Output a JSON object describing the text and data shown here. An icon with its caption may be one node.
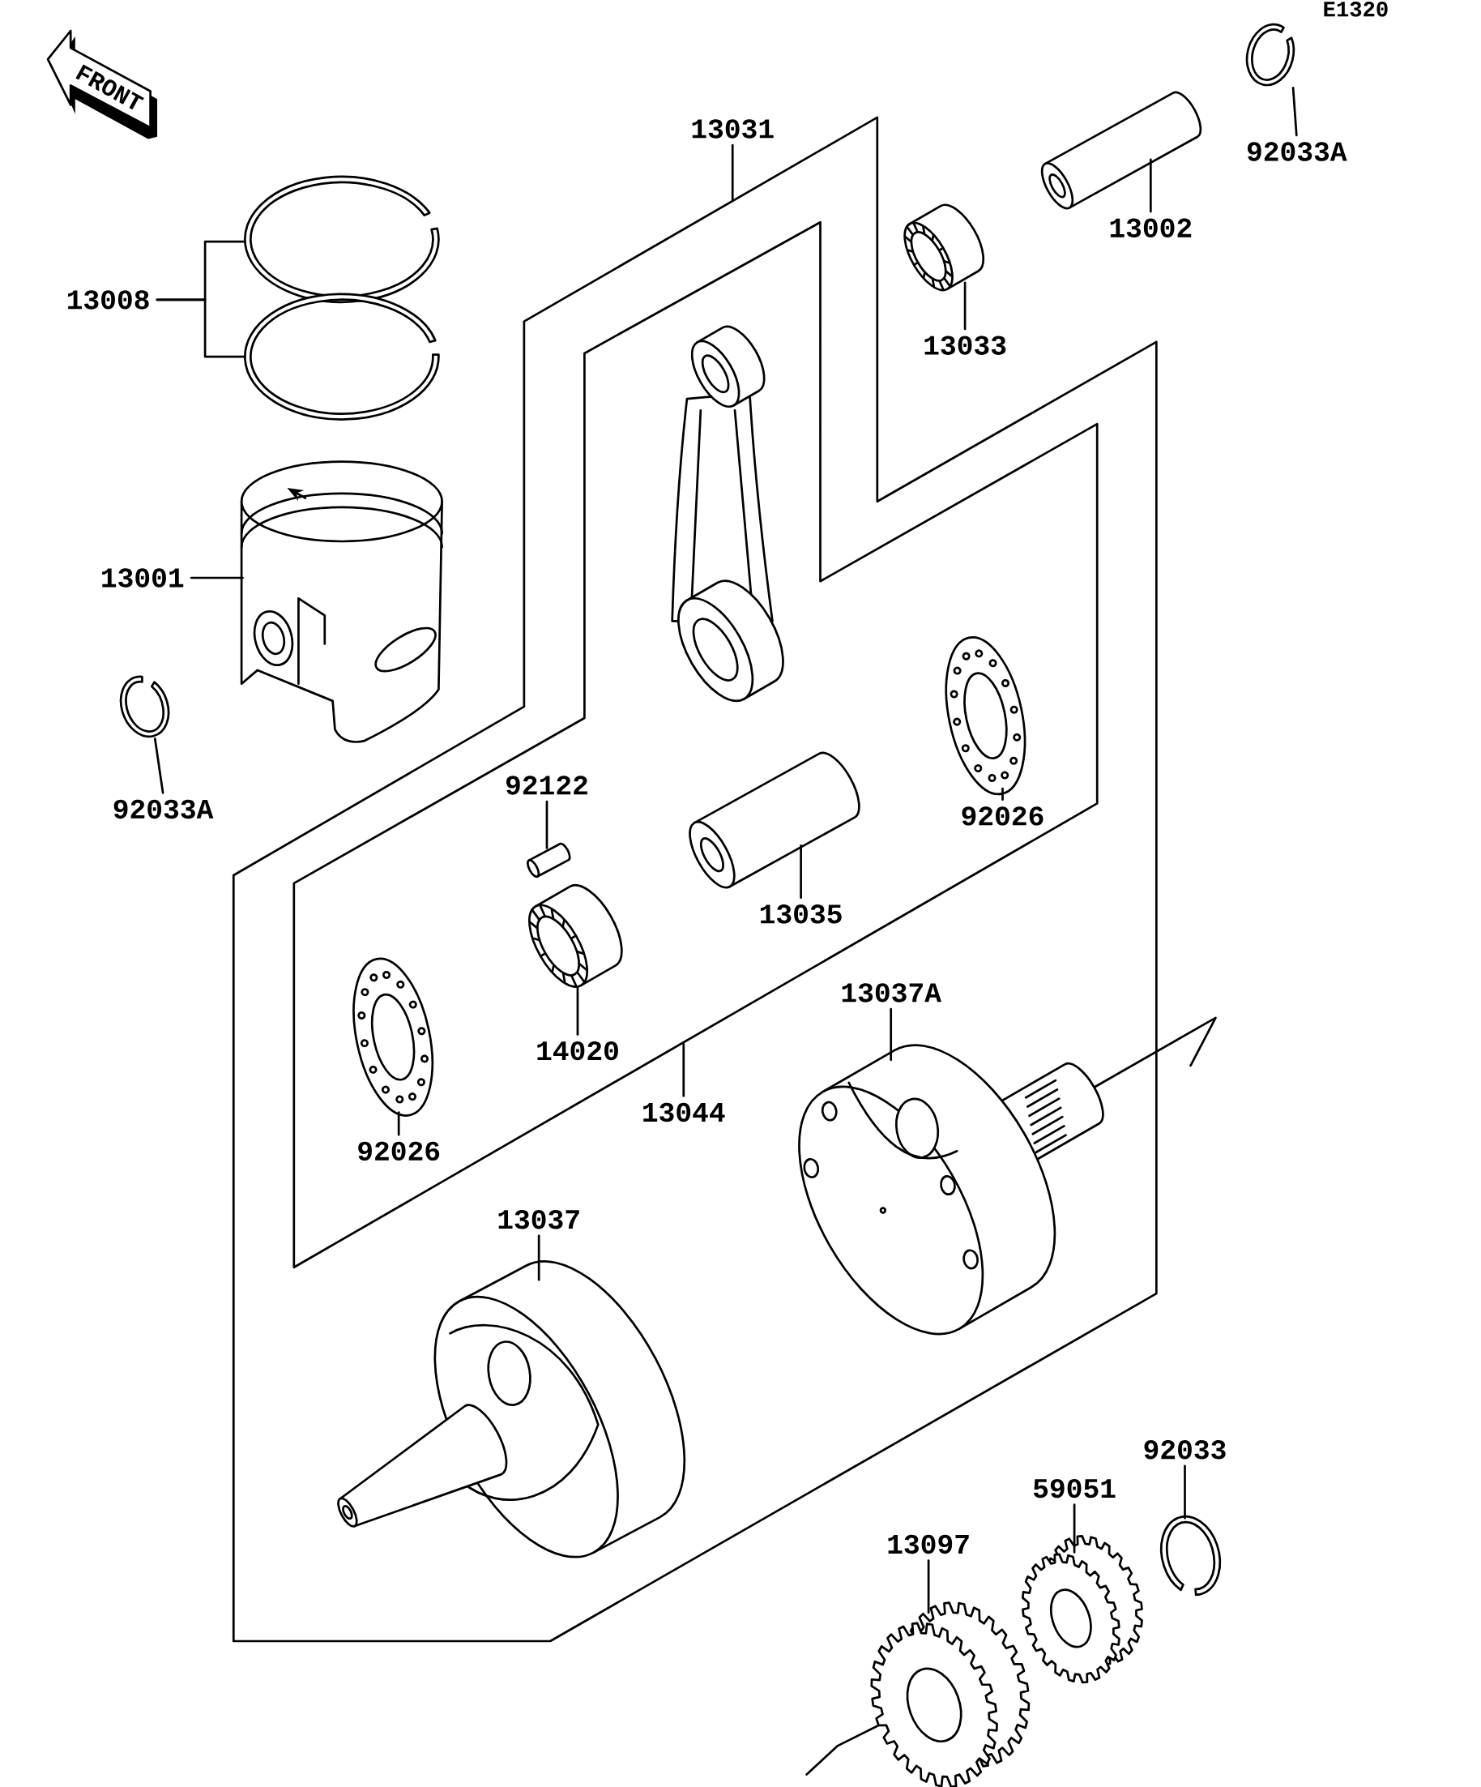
{
  "diagram": {
    "nodes": [
      {
        "text": [
          "92033A"
        ]
      },
      {
        "text": [],
        "shape": "picture"
      },
      {
        "text": [
          "13031"
        ]
      },
      {
        "text": [
          "13002"
        ]
      },
      {
        "text": [],
        "shape": "picture"
      },
      {
        "text": [
          "13008"
        ]
      },
      {
        "text": [],
        "shape": "picture"
      },
      {
        "text": [],
        "shape": "picture"
      },
      {
        "text": [
          "13033"
        ]
      },
      {
        "text": [],
        "shape": "picture"
      },
      {
        "text": [
          "13001"
        ]
      },
      {
        "text": [],
        "shape": "picture"
      },
      {
        "text": [
          "92033A"
        ]
      },
      {
        "text": [],
        "shape": "picture"
      },
      {
        "text": [
          "92122"
        ]
      },
      {
        "text": [],
        "shape": "picture"
      },
      {
        "text": [
          "92026"
        ]
      },
      {
        "text": [],
        "shape": "picture"
      },
      {
        "text": [
          "13035"
        ]
      },
      {
        "text": [],
        "shape": "picture"
      },
      {
        "text": [
          "13037A"
        ]
      },
      {
        "text": [],
        "shape": "picture"
      },
      {
        "text": [
          "14020"
        ]
      },
      {
        "text": [],
        "shape": "picture"
      },
      {
        "text": [
          "13044"
        ]
      },
      {
        "text": [
          "92026"
        ]
      },
      {
        "text": [],
        "shape": "picture"
      },
      {
        "text": [
          "13037"
        ]
      },
      {
        "text": [],
        "shape": "picture"
      },
      {
        "text": [
          "92033"
        ]
      },
      {
        "text": [],
        "shape": "picture"
      },
      {
        "text": [
          "59051"
        ]
      },
      {
        "text": [],
        "shape": "picture"
      },
      {
        "text": [
          "13097"
        ]
      },
      {
        "text": [],
        "shape": "picture"
      }
    ],
    "edges": [
      {
        "from": 0,
        "to": 1,
        "arrow": "none"
      },
      {
        "from": 2,
        "to": null,
        "arrow": "none"
      },
      {
        "from": 3,
        "to": 4,
        "arrow": "none"
      },
      {
        "from": 5,
        "to": 6,
        "arrow": "none"
      },
      {
        "from": 5,
        "to": 7,
        "arrow": "none"
      },
      {
        "from": 8,
        "to": 9,
        "arrow": "none"
      },
      {
        "from": 10,
        "to": 11,
        "arrow": "none"
      },
      {
        "from": 12,
        "to": 13,
        "arrow": "none"
      },
      {
        "from": 14,
        "to": 15,
        "arrow": "none"
      },
      {
        "from": 16,
        "to": 17,
        "arrow": "none"
      },
      {
        "from": 18,
        "to": 19,
        "arrow": "none"
      },
      {
        "from": 20,
        "to": 21,
        "arrow": "none"
      },
      {
        "from": 22,
        "to": 23,
        "arrow": "none"
      },
      {
        "from": 24,
        "to": null,
        "arrow": "none"
      },
      {
        "from": 25,
        "to": 26,
        "arrow": "none"
      },
      {
        "from": 27,
        "to": 28,
        "arrow": "none"
      },
      {
        "from": 29,
        "to": 30,
        "arrow": "none"
      },
      {
        "from": 31,
        "to": 32,
        "arrow": "none"
      },
      {
        "from": 33,
        "to": 34,
        "arrow": "none"
      }
    ],
    "labels": [
      "E1320",
      "FRONT"
    ]
  }
}
